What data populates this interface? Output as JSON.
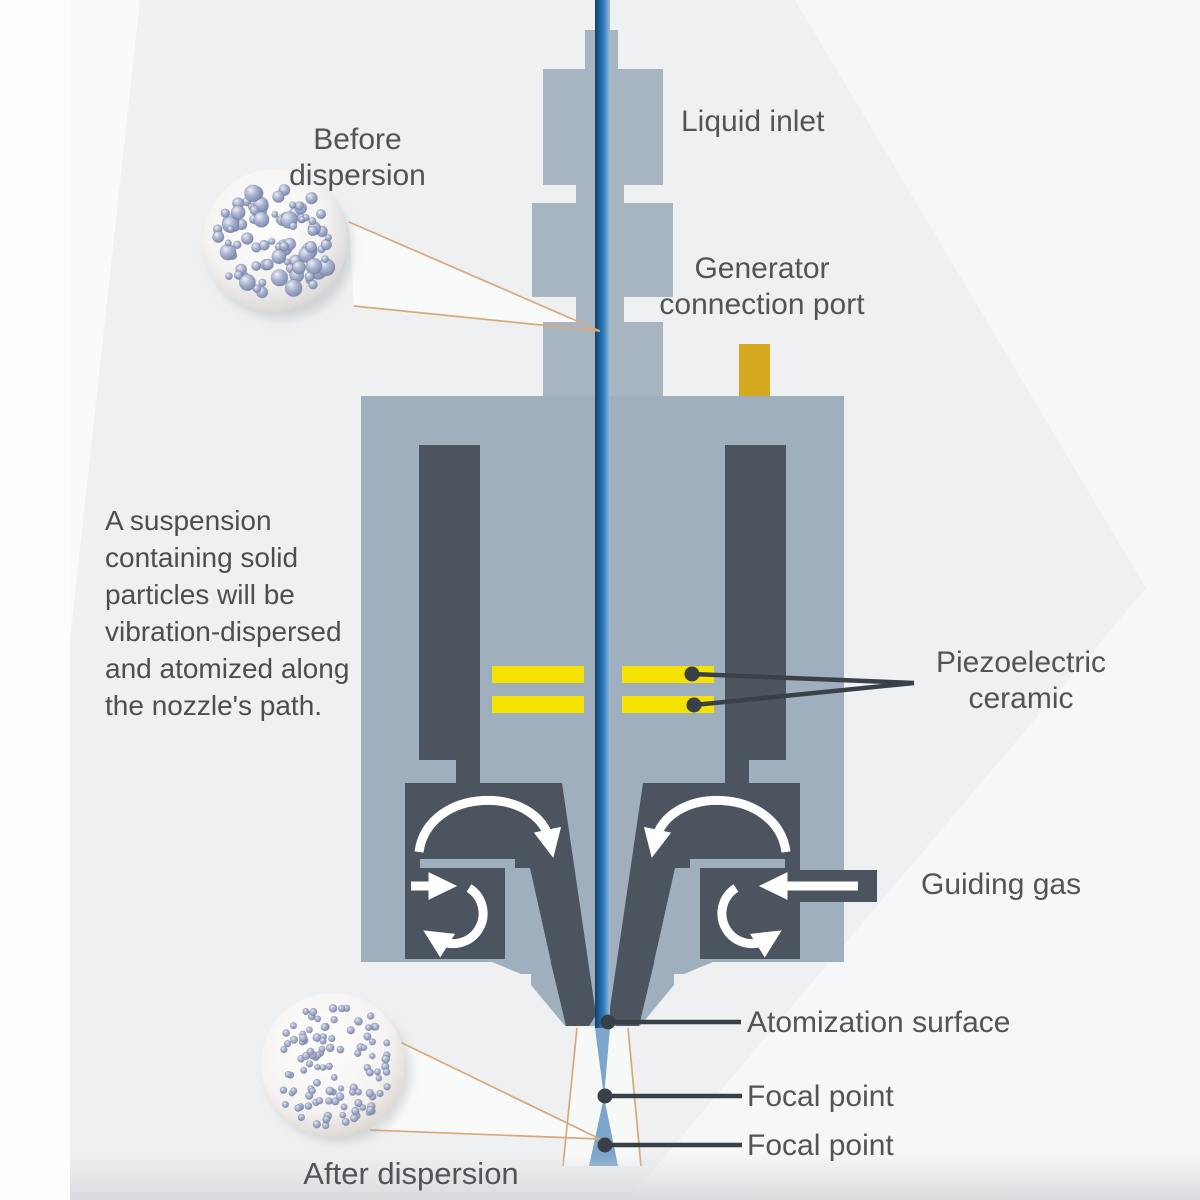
{
  "diagram": {
    "title_implied": "Ultrasonic atomizing nozzle cross-section",
    "labels": {
      "before_dispersion": "Before dispersion",
      "liquid_inlet": "Liquid inlet",
      "generator_connection_port": "Generator connection port",
      "suspension_note": "A suspension containing solid particles will be vibration-dispersed and atomized along the nozzle's path.",
      "piezoelectric_ceramic": "Piezoelectric ceramic",
      "guiding_gas": "Guiding gas",
      "atomization_surface": "Atomization surface",
      "focal_point_upper": "Focal point",
      "focal_point_lower": "Focal point",
      "after_dispersion": "After dispersion"
    },
    "colors": {
      "background": "#eef0f1",
      "body_gray": "#9fafbd",
      "stack_gray": "#a7b5c2",
      "dark_gray": "#4b545f",
      "tube_blue": "#1d6cae",
      "spray_blue": "#7ca6ca",
      "piezo_yellow": "#f3e202",
      "port_gold": "#d6a81e",
      "label_text": "#515458",
      "leader_line": "#3a4048",
      "cone_line": "#d9a87b",
      "flow_arrow": "#ffffff"
    },
    "magnifiers": {
      "before": {
        "particle_count": 90,
        "style": "large mixed particles"
      },
      "after": {
        "particle_count": 108,
        "style": "fine uniform droplets"
      }
    }
  }
}
